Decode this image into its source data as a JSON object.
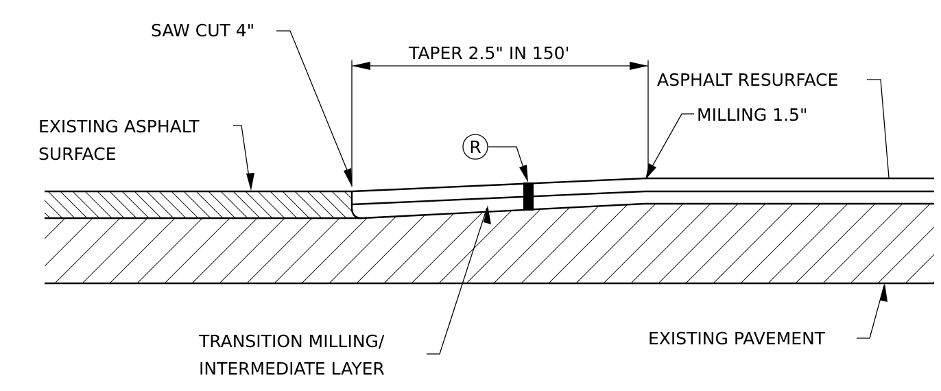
{
  "drawing": {
    "labels": {
      "saw_cut": "SAW CUT 4\"",
      "taper": "TAPER 2.5\" IN 150'",
      "asphalt_resurface": "ASPHALT RESURFACE",
      "milling": "MILLING 1.5\"",
      "existing_surface_line1": "EXISTING ASPHALT",
      "existing_surface_line2": "SURFACE",
      "callout_letter": "R",
      "transition_line1": "TRANSITION MILLING/",
      "transition_line2": "INTERMEDIATE LAYER",
      "existing_pavement": "EXISTING PAVEMENT"
    },
    "colors": {
      "ink": "#000000",
      "paper": "#ffffff"
    }
  }
}
